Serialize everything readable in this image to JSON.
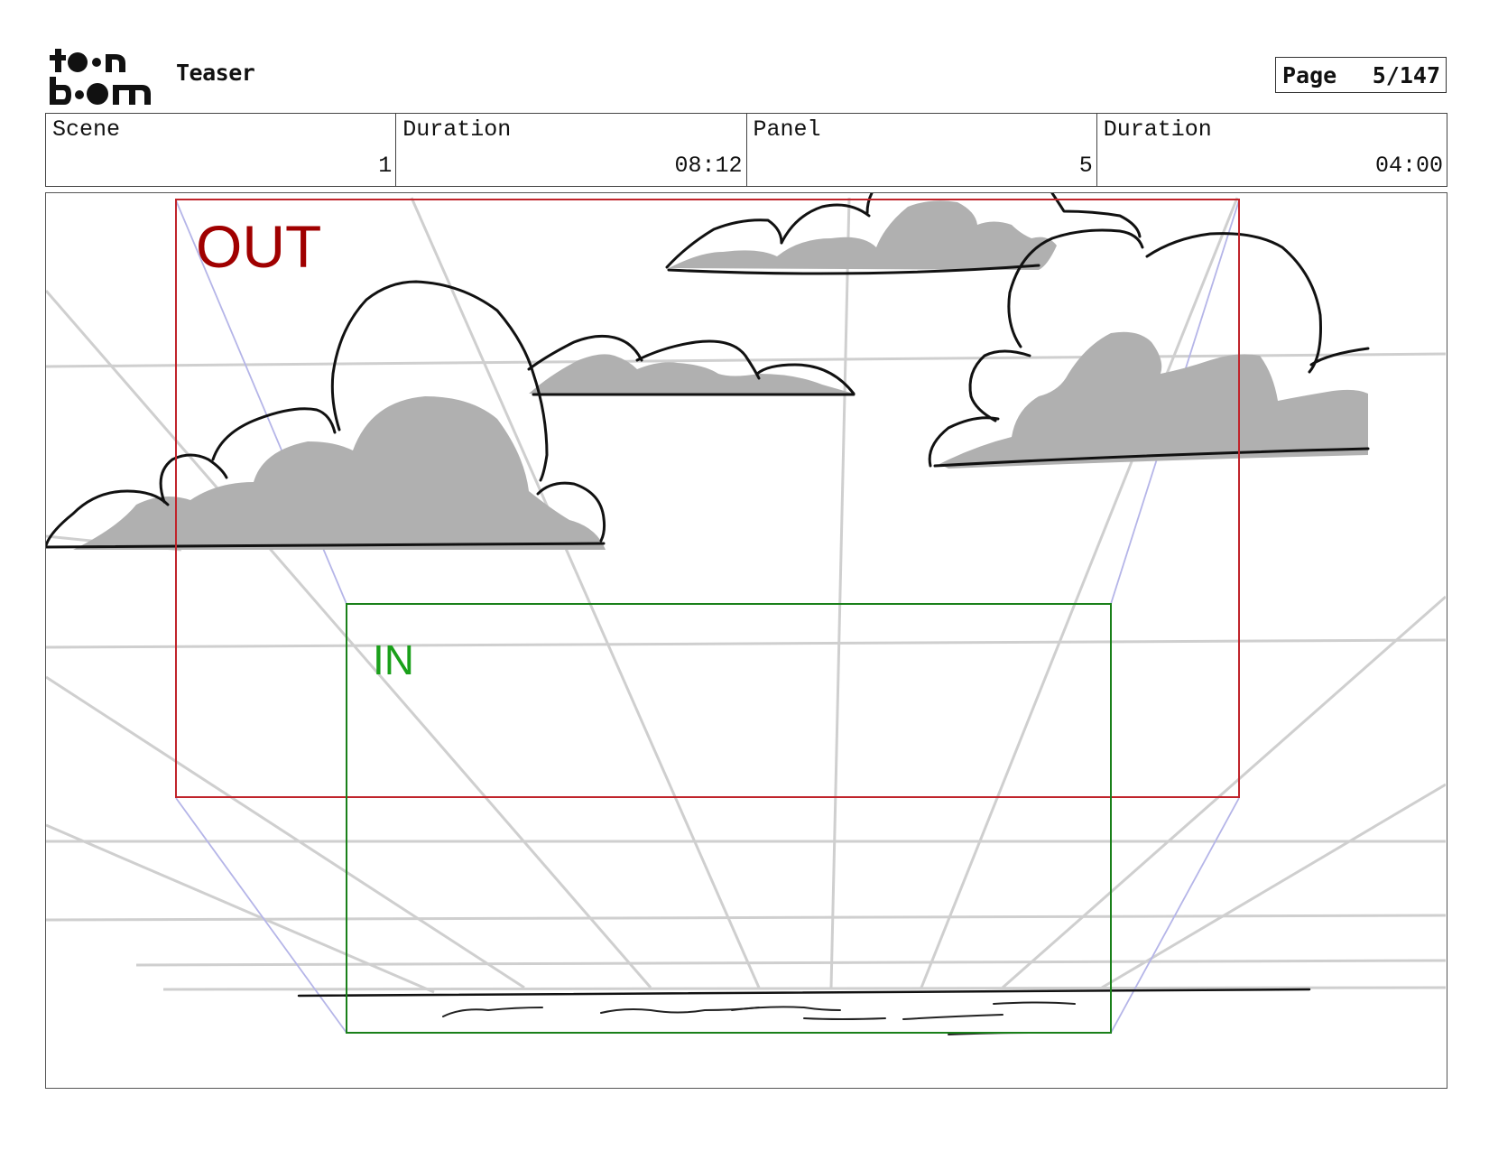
{
  "header": {
    "logo_name": "toon boom",
    "project_title": "Teaser",
    "page_label": "Page",
    "page_number": "5/147"
  },
  "info": {
    "scene_label": "Scene",
    "scene_value": "1",
    "scene_duration_label": "Duration",
    "scene_duration_value": "08:12",
    "panel_label": "Panel",
    "panel_value": "5",
    "panel_duration_label": "Duration",
    "panel_duration_value": "04:00"
  },
  "panel": {
    "out_label": "OUT",
    "in_label": "IN",
    "out_color": "#a00000",
    "in_color": "#1aa01a",
    "guide_color": "#cfcfcf",
    "cloud_fill": "#b0b0b0"
  }
}
